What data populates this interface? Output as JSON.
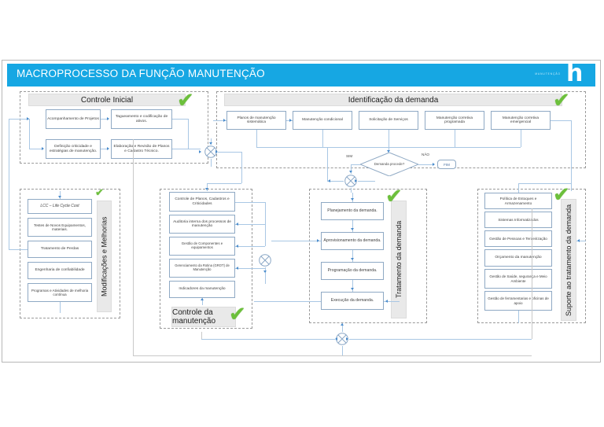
{
  "header": {
    "title": "MACROPROCESSO DA FUNÇÃO MANUTENÇÃO",
    "brand_letter": "h",
    "brand_sub": "MANUTENÇÃO",
    "bar_color": "#16a7e3",
    "check_color": "#6cc03b"
  },
  "groups": {
    "controle_inicial": {
      "label": "Controle Inicial",
      "boxes": [
        {
          "text": "Acompanhamento de Projetos"
        },
        {
          "text": "Tagueamento e codificação de ativos."
        },
        {
          "text": "Definição criticidade e estratégias de manutenção."
        },
        {
          "text": "Elaboração e Revisão de Planos e Cadastro Técnico."
        }
      ]
    },
    "identificacao_demanda": {
      "label": "Identificação da demanda",
      "boxes": [
        {
          "text": "Planos de manutenção sistemática"
        },
        {
          "text": "Manutenção condicional"
        },
        {
          "text": "Solicitação de Serviços"
        },
        {
          "text": "Manutenção corretiva programada"
        },
        {
          "text": "Manutenção corretiva emergencial"
        }
      ],
      "decision": {
        "text": "Demanda procede?",
        "yes_label": "SIM",
        "no_label": "NÃO"
      },
      "terminator": {
        "text": "FIM"
      }
    },
    "modificacoes_melhorias": {
      "label": "Modificações e Melhorias",
      "boxes": [
        {
          "text": "LCC – Life Cycle Cost"
        },
        {
          "text": "Testes de Novos Equipamentos, materiais."
        },
        {
          "text": "Tratamento de Perdas"
        },
        {
          "text": "Engenharia de confiabilidade"
        },
        {
          "text": "Programas e Atividades de melhoria contínua"
        }
      ]
    },
    "controle_manutencao": {
      "label": "Controle da manutenção",
      "boxes": [
        {
          "text": "Controle de Planos, Cadastros e Criticidades"
        },
        {
          "text": "Auditoria interna dos processos de manutenção"
        },
        {
          "text": "Gestão de Componentes e equipamentos"
        },
        {
          "text": "Gerenciamento da Rotina (GROT) de Manutenção"
        },
        {
          "text": "Indicadores da manutenção"
        }
      ]
    },
    "tratamento_demanda": {
      "label": "Tratamento da demanda",
      "boxes": [
        {
          "text": "Planejamento da demanda."
        },
        {
          "text": "Aprovisionamento da demanda."
        },
        {
          "text": "Programação da demanda."
        },
        {
          "text": "Execução da demanda."
        }
      ]
    },
    "suporte_tratamento": {
      "label": "Suporte ao tratamento da demanda",
      "boxes": [
        {
          "text": "Política de Estoques e Armazenamento"
        },
        {
          "text": "Sistemas Informatizados"
        },
        {
          "text": "Gestão de Pessoas e Terceirização"
        },
        {
          "text": "Orçamento da manutenção"
        },
        {
          "text": "Gestão de Saúde, segurança e Meio Ambiente"
        },
        {
          "text": "Gestão de ferramentarias e oficinas de apoio"
        }
      ]
    }
  },
  "icons": {
    "check": "✔",
    "junction": "x-junction"
  }
}
